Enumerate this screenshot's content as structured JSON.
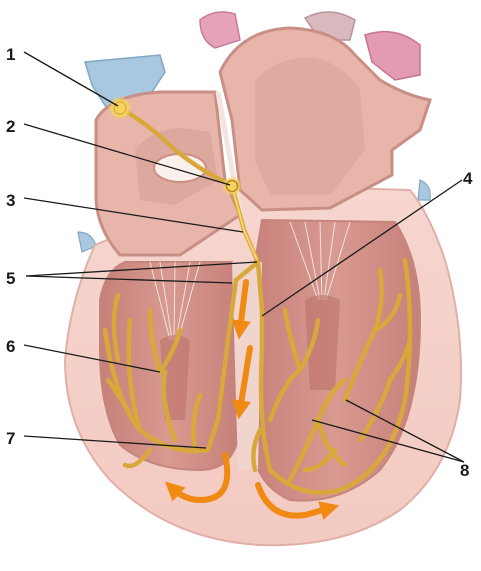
{
  "callouts": [
    {
      "id": "1",
      "text": "1"
    },
    {
      "id": "2",
      "text": "2"
    },
    {
      "id": "3",
      "text": "3"
    },
    {
      "id": "4",
      "text": "4"
    },
    {
      "id": "5",
      "text": "5"
    },
    {
      "id": "6",
      "text": "6"
    },
    {
      "id": "7",
      "text": "7"
    },
    {
      "id": "8",
      "text": "8"
    }
  ],
  "colors": {
    "myocardium": "#f2c9c0",
    "chamber_wall": "#c98f86",
    "chamber_interior": "#e8b5ab",
    "vessel_blue": "#a9c8df",
    "vessel_pink": "#e39ab4",
    "conduction_fiber": "#d8a93a",
    "node": "#f5d45a",
    "arrow": "#f08a12",
    "label": "#1a1a1a"
  }
}
